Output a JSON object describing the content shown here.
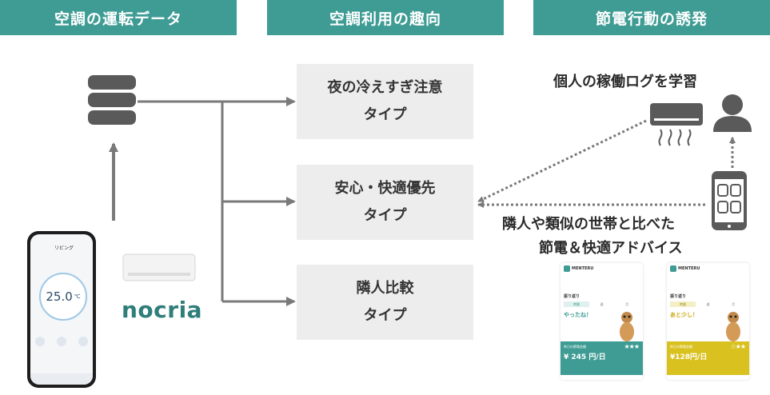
{
  "headers": {
    "left": "空調の運転データ",
    "center": "空調利用の趣向",
    "right": "節電行動の誘発"
  },
  "types": [
    {
      "line1": "夜の冷えすぎ注意",
      "line2": "タイプ"
    },
    {
      "line1": "安心・快適優先",
      "line2": "タイプ"
    },
    {
      "line1": "隣人比較",
      "line2": "タイプ"
    }
  ],
  "learn_label": "個人の稼働ログを学習",
  "compare_label": {
    "line1": "隣人や類似の世帯と比べた",
    "line2": "節電＆快適アドバイス"
  },
  "brand_text": "nocria",
  "colors": {
    "header": "#3e9c94",
    "box": "#ededed",
    "arrow": "#7a7a7a",
    "teal": "#3e9c94",
    "yellow": "#d9c11f"
  },
  "phone": {
    "title": "リビング",
    "temperature": "25.0",
    "unit": "℃"
  },
  "cards": [
    {
      "brand": "MENTERU",
      "section": "振り返り",
      "tabs": [
        "時間",
        "週",
        "月"
      ],
      "greeting": "やったね！",
      "panel_title": "昨日の節電金額",
      "value": "¥ 245 円/日",
      "stars": "★★★",
      "color": "teal"
    },
    {
      "brand": "MENTERU",
      "section": "振り返り",
      "tabs": [
        "時間",
        "週",
        "月"
      ],
      "greeting": "あと少し！",
      "panel_title": "昨日の節電金額",
      "value": "¥128円/日",
      "stars": "☆★★",
      "color": "yellow"
    }
  ]
}
